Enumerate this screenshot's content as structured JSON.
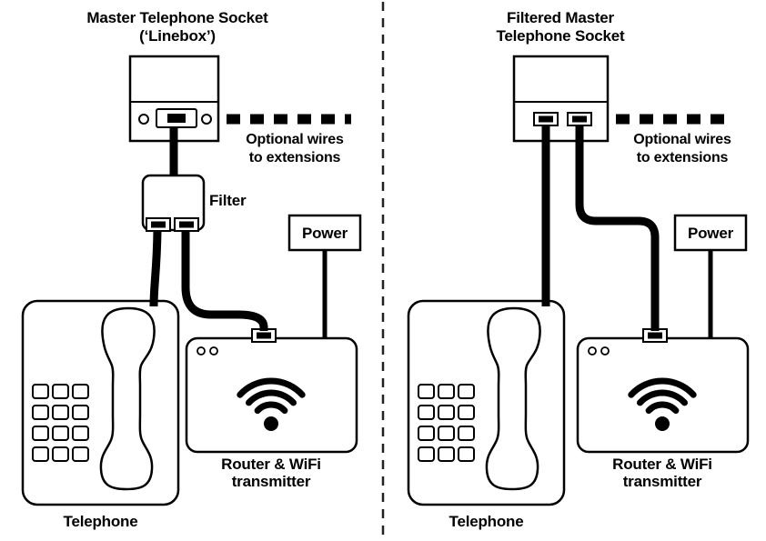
{
  "diagram": {
    "left": {
      "title_lines": [
        "Master Telephone Socket",
        "(‘Linebox’)"
      ],
      "optional_wires_lines": [
        "Optional wires",
        "to extensions"
      ],
      "filter_label": "Filter",
      "power_label": "Power",
      "telephone_label": "Telephone",
      "router_label_lines": [
        "Router & WiFi",
        "transmitter"
      ]
    },
    "right": {
      "title_lines": [
        "Filtered Master",
        "Telephone Socket"
      ],
      "optional_wires_lines": [
        "Optional wires",
        "to extensions"
      ],
      "power_label": "Power",
      "telephone_label": "Telephone",
      "router_label_lines": [
        "Router & WiFi",
        "transmitter"
      ]
    },
    "colors": {
      "ink": "#000000",
      "paper": "#ffffff"
    },
    "icons": [
      "wifi-icon",
      "keypad",
      "handset-icon",
      "screw-icon",
      "socket-port-icon"
    ]
  }
}
